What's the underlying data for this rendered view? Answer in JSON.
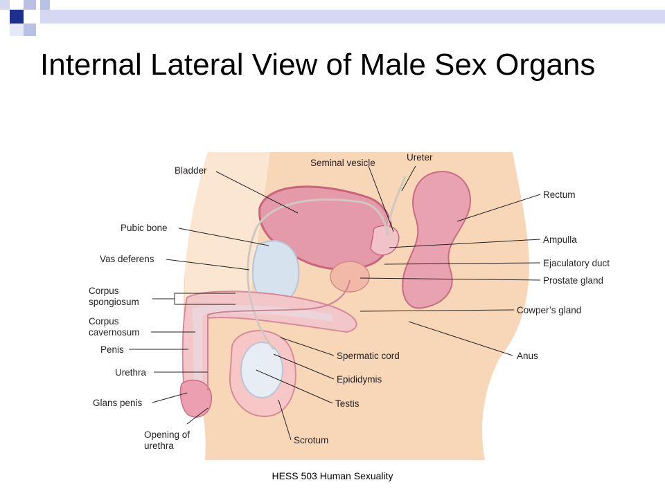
{
  "slide": {
    "title": "Internal Lateral View of Male Sex Organs",
    "footer": "HESS 503 Human Sexuality"
  },
  "colors": {
    "accent_dark": "#1f2f8f",
    "accent_light": "#b9c0e6",
    "band": "#d4d9f1",
    "skin": "#f8d6b8",
    "tissue": "#e9a3b0",
    "bone": "#d6e2ee"
  },
  "labels": {
    "bladder": "Bladder",
    "pubic_bone": "Pubic bone",
    "vas_deferens": "Vas deferens",
    "corpus_spongiosum_1": "Corpus",
    "corpus_spongiosum_2": "spongiosum",
    "corpus_cavernosum_1": "Corpus",
    "corpus_cavernosum_2": "cavernosum",
    "penis": "Penis",
    "urethra": "Urethra",
    "glans_penis": "Glans penis",
    "opening_urethra_1": "Opening of",
    "opening_urethra_2": "urethra",
    "seminal_vesicle": "Seminal vesicle",
    "ureter": "Ureter",
    "rectum": "Rectum",
    "ampulla": "Ampulla",
    "ejaculatory_duct": "Ejaculatory duct",
    "prostate_gland": "Prostate gland",
    "cowpers_gland": "Cowper’s gland",
    "spermatic_cord": "Spermatic cord",
    "epididymis": "Epididymis",
    "testis": "Testis",
    "anus": "Anus",
    "scrotum": "Scrotum"
  }
}
